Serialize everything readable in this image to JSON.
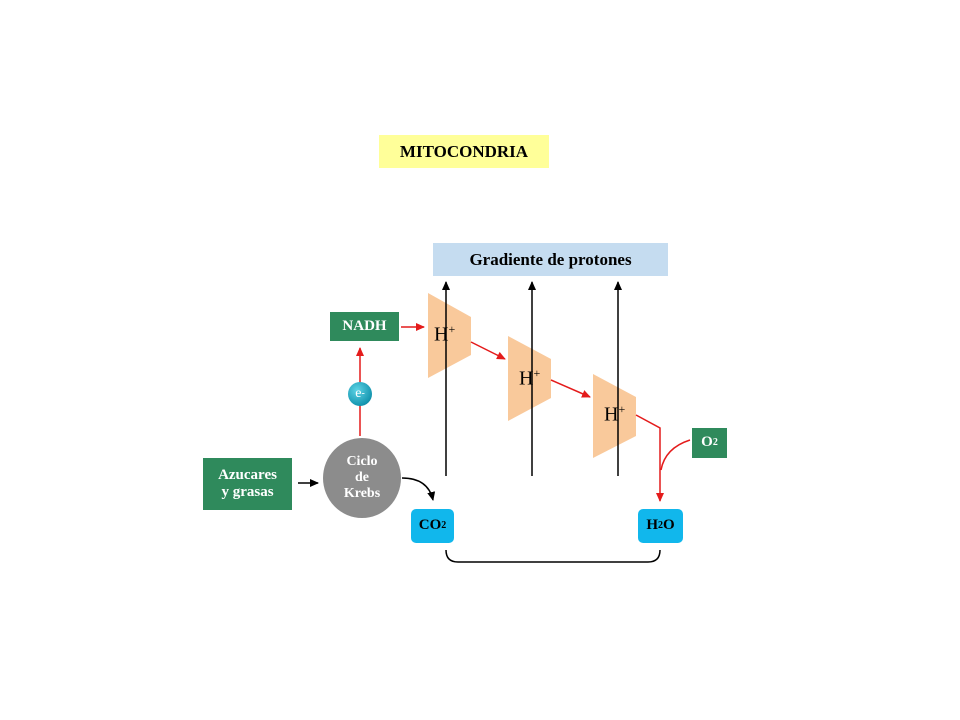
{
  "title": "MITOCONDRIA",
  "gradient_label": "Gradiente de protones",
  "nadh": "NADH",
  "electron": {
    "base": "e",
    "sup": "-"
  },
  "sugars": {
    "line1": "Azucares",
    "line2": "y grasas"
  },
  "krebs": {
    "line1": "Ciclo",
    "line2": "de",
    "line3": "Krebs"
  },
  "proton": {
    "base": "H",
    "sup": "+"
  },
  "oxygen": {
    "base": "O",
    "sub": "2"
  },
  "co2": {
    "base": "CO",
    "sub": "2"
  },
  "water": {
    "base": "H",
    "sub": "2",
    "tail": "O"
  },
  "colors": {
    "title_bg": "#ffff99",
    "gradient_bg": "#c5dcf0",
    "green_label": "#2f8a5c",
    "cyan_label": "#11b7ec",
    "pump": "#f9c99b",
    "krebs": "#8c8c8c",
    "electron_flow": "#e41b1b"
  }
}
